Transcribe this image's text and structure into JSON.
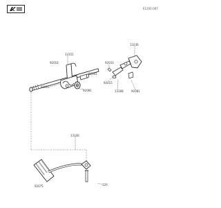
{
  "brand": {
    "logo_text": "Kawasaki"
  },
  "drawing_code": "E1201-007",
  "parts": [
    {
      "id": "p13151",
      "number": "13151"
    },
    {
      "id": "p92001",
      "number": "92001"
    },
    {
      "id": "p92015",
      "number": "92015"
    },
    {
      "id": "p92033",
      "number": "92033"
    },
    {
      "id": "p92081",
      "number": "92081"
    },
    {
      "id": "p92015b",
      "number": "92015"
    },
    {
      "id": "p13168",
      "number": "13168"
    },
    {
      "id": "p13236",
      "number": "13236"
    },
    {
      "id": "p92081b",
      "number": "92081"
    },
    {
      "id": "p92016",
      "number": "92016"
    },
    {
      "id": "p13140",
      "number": "13140"
    },
    {
      "id": "p92075",
      "number": "92075"
    },
    {
      "id": "p120",
      "number": "120"
    }
  ],
  "colors": {
    "line": "#2a2a2a",
    "part_fill": "#ffffff",
    "shade": "#9a9a9a"
  }
}
